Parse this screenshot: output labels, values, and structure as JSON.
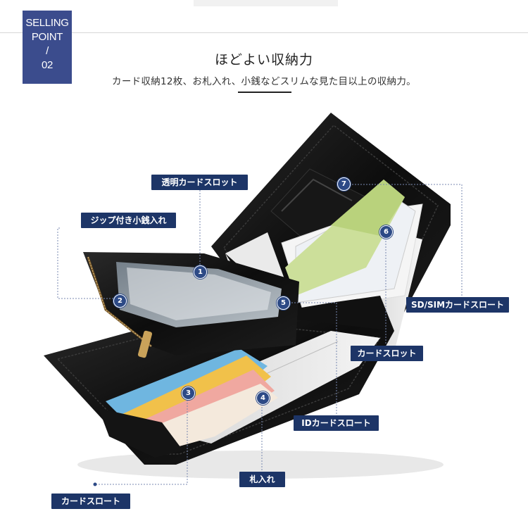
{
  "badge": {
    "line1": "SELLING",
    "line2": "POINT",
    "line3": "/",
    "line4": "02"
  },
  "heading": {
    "title": "ほどよい収納力",
    "subtitle": "カード収納12枚、お札入れ、小銭などスリムな見た目以上の収納力。"
  },
  "colors": {
    "badge": "#3b4c8d",
    "label": "#1d3567",
    "marker": "#2d4a86",
    "leader": "#7888b0"
  },
  "callouts": [
    {
      "id": "1",
      "label": "透明カードスロット"
    },
    {
      "id": "2",
      "label": "ジップ付き小銭入れ"
    },
    {
      "id": "3",
      "label": "カードスロート"
    },
    {
      "id": "4",
      "label": "札入れ"
    },
    {
      "id": "5",
      "label": "IDカードスロート"
    },
    {
      "id": "6",
      "label": "カードスロット"
    },
    {
      "id": "7",
      "label": "SD/SIMカードスロート"
    }
  ]
}
